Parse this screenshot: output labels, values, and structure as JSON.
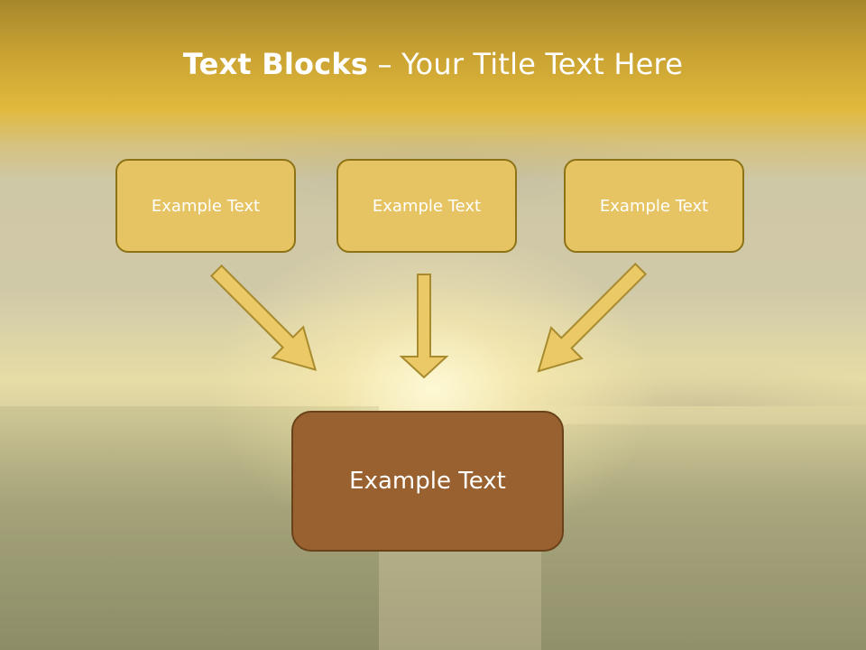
{
  "title": {
    "bold": "Text Blocks",
    "dash": " – ",
    "rest": "Your Title Text Here"
  },
  "blocks": [
    {
      "label": "Example Text"
    },
    {
      "label": "Example Text"
    },
    {
      "label": "Example Text"
    }
  ],
  "main_block": {
    "label": "Example Text"
  },
  "colors": {
    "block_fill": "#e6c463",
    "block_border": "#8e7316",
    "main_fill": "#98612f",
    "arrow_fill": "#eac966"
  }
}
